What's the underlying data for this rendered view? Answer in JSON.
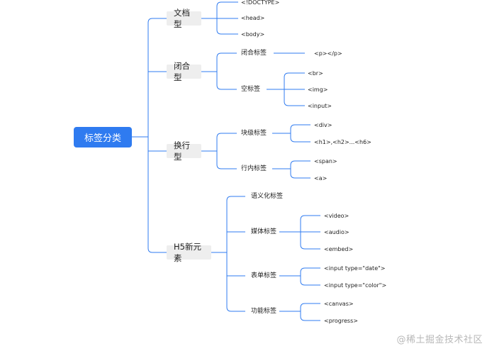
{
  "root": {
    "label": "标签分类"
  },
  "branches": {
    "document": {
      "label": "文档型",
      "items": [
        "<!DOCTYPE>",
        "<head>",
        "<body>"
      ]
    },
    "closed": {
      "label": "闭合型",
      "closing_tag": {
        "label": "闭合标签",
        "items": [
          "<p></p>"
        ]
      },
      "empty_tag": {
        "label": "空标签",
        "items": [
          "<br>",
          "<img>",
          "<input>"
        ]
      }
    },
    "wrap": {
      "label": "换行型",
      "block": {
        "label": "块级标签",
        "items": [
          "<div>",
          "<h1>,<h2>...<h6>"
        ]
      },
      "inline": {
        "label": "行内标签",
        "items": [
          "<span>",
          "<a>"
        ]
      }
    },
    "h5": {
      "label": "H5新元素",
      "semantic": {
        "label": "语义化标签"
      },
      "media": {
        "label": "媒体标签",
        "items": [
          "<video>",
          "<audio>",
          "<embed>"
        ]
      },
      "form": {
        "label": "表单标签",
        "items": [
          "<input type=\"date\">",
          "<input type=\"color\">"
        ]
      },
      "function": {
        "label": "功能标签",
        "items": [
          "<canvas>",
          "<progress>"
        ]
      }
    }
  },
  "watermark": "@稀土掘金技术社区",
  "colors": {
    "accent": "#2f7bf0",
    "node_bg": "#eeeeee"
  }
}
